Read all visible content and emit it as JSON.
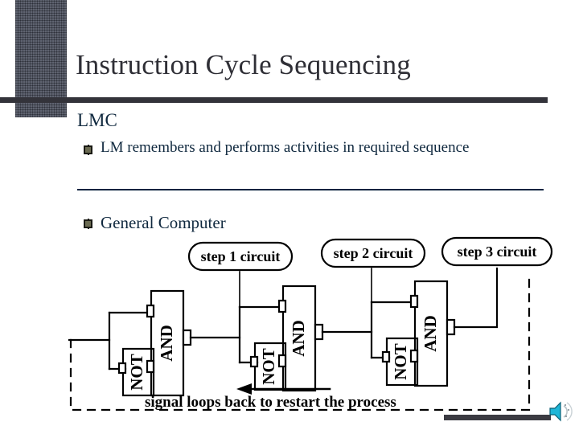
{
  "slide": {
    "title": "Instruction Cycle Sequencing",
    "section_heading": "LMC",
    "bullets": [
      {
        "id": "remembers",
        "text": "LM remembers and performs activities in required sequence"
      },
      {
        "id": "general",
        "text": "General Computer"
      }
    ]
  },
  "colors": {
    "title_text": "#2f2f36",
    "body_text": "#10293f",
    "masthead_bar": "#4a4f5e",
    "rule_dark": "#33333a",
    "rule_navy": "#0d2340",
    "bullet_fill": "#6b6b52",
    "speaker_icon": "#1fb6d8",
    "diagram_stroke": "#000000"
  },
  "diagram": {
    "caption": "signal loops back to restart the process",
    "labels": [
      {
        "id": "step1",
        "text": "step 1 circuit"
      },
      {
        "id": "step2",
        "text": "step 2 circuit"
      },
      {
        "id": "step3",
        "text": "step 3 circuit"
      }
    ],
    "gates": [
      {
        "id": "stage1-not",
        "text": "NOT"
      },
      {
        "id": "stage1-and",
        "text": "AND"
      },
      {
        "id": "stage2-not",
        "text": "NOT"
      },
      {
        "id": "stage2-and",
        "text": "AND"
      },
      {
        "id": "stage3-not",
        "text": "NOT"
      },
      {
        "id": "stage3-and",
        "text": "AND"
      }
    ]
  },
  "footer": {
    "sound_icon": "speaker-icon"
  }
}
